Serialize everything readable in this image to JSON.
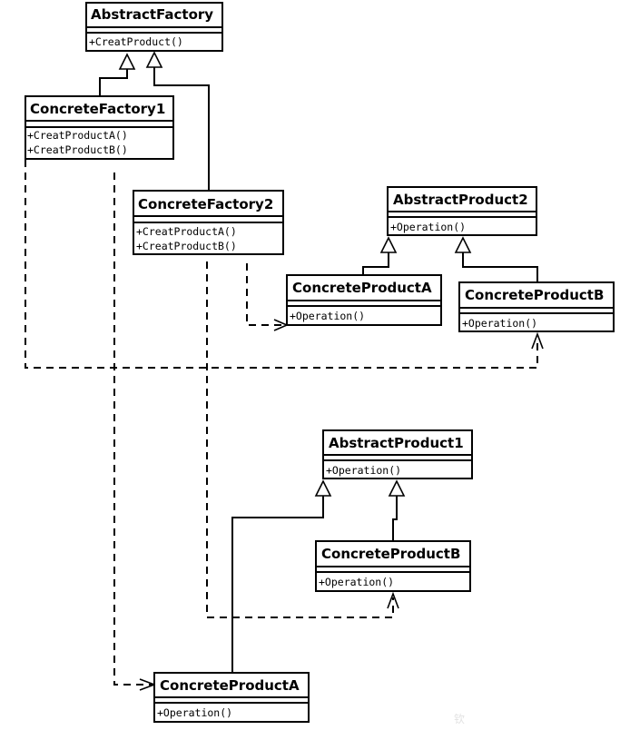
{
  "classes": {
    "abstract_factory": {
      "name": "AbstractFactory",
      "ops": [
        "+CreatProduct()"
      ]
    },
    "concrete_factory1": {
      "name": "ConcreteFactory1",
      "ops": [
        "+CreatProductA()",
        "+CreatProductB()"
      ]
    },
    "concrete_factory2": {
      "name": "ConcreteFactory2",
      "ops": [
        "+CreatProductA()",
        "+CreatProductB()"
      ]
    },
    "abstract_product2": {
      "name": "AbstractProduct2",
      "ops": [
        "+Operation()"
      ]
    },
    "concrete_product_a2": {
      "name": "ConcreteProductA",
      "ops": [
        "+Operation()"
      ]
    },
    "concrete_product_b2": {
      "name": "ConcreteProductB",
      "ops": [
        "+Operation()"
      ]
    },
    "abstract_product1": {
      "name": "AbstractProduct1",
      "ops": [
        "+Operation()"
      ]
    },
    "concrete_product_b1": {
      "name": "ConcreteProductB",
      "ops": [
        "+Operation()"
      ]
    },
    "concrete_product_a1": {
      "name": "ConcreteProductA",
      "ops": [
        "+Operation()"
      ]
    }
  },
  "watermark": "钦",
  "colors": {
    "stroke": "#000000",
    "background": "#ffffff"
  }
}
